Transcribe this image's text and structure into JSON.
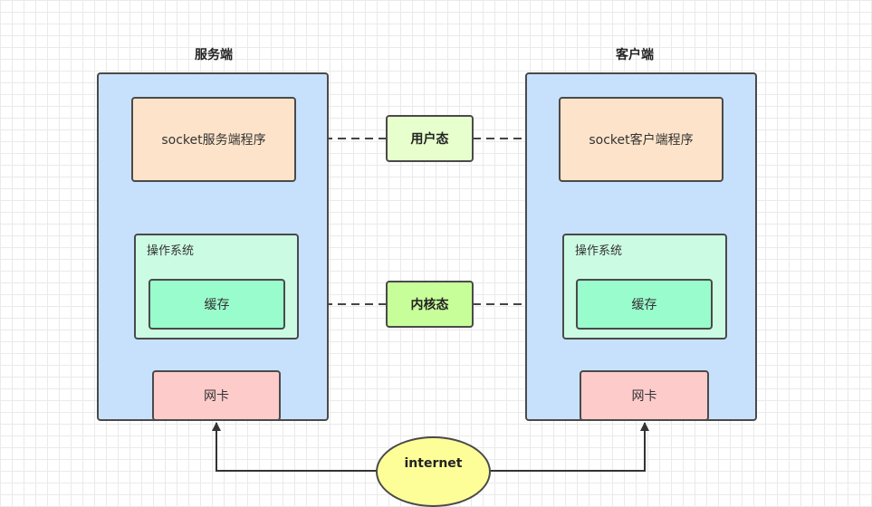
{
  "server": {
    "title": "服务端",
    "app_label": "socket服务端程序",
    "os_label": "操作系统",
    "cache_label": "缓存",
    "nic_label": "网卡"
  },
  "client": {
    "title": "客户端",
    "app_label": "socket客户端程序",
    "os_label": "操作系统",
    "cache_label": "缓存",
    "nic_label": "网卡"
  },
  "modes": {
    "user_label": "用户态",
    "kernel_label": "内核态"
  },
  "network": {
    "label": "internet"
  },
  "colors": {
    "panel": "#c7e1fd",
    "app": "#fde3c9",
    "os": "#ccfbe3",
    "cache": "#99fccc",
    "nic": "#fecbcb",
    "user_mode": "#e6ffcc",
    "kernel_mode": "#c7fe99",
    "internet": "#fefe99"
  }
}
